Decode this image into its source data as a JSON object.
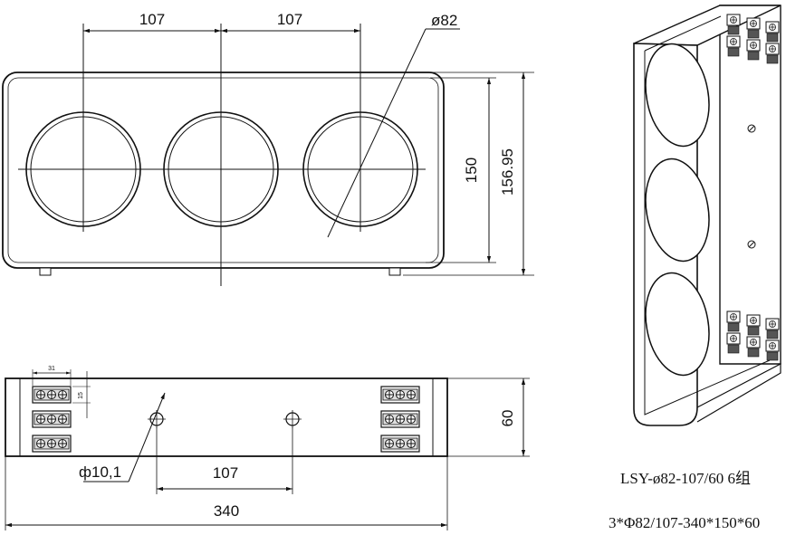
{
  "front_view": {
    "dim_spacing_left": "107",
    "dim_spacing_right": "107",
    "dim_diameter": "ø82",
    "dim_height_inner": "150",
    "dim_height_outer": "156.95"
  },
  "bottom_view": {
    "dim_terminal_width": "31",
    "dim_terminal_height": "15",
    "dim_hole": "ф10,1",
    "dim_hole_spacing": "107",
    "dim_length": "340",
    "dim_depth": "60"
  },
  "captions": {
    "model": "LSY-ø82-107/60 6组",
    "spec": "3*Φ82/107-340*150*60"
  }
}
